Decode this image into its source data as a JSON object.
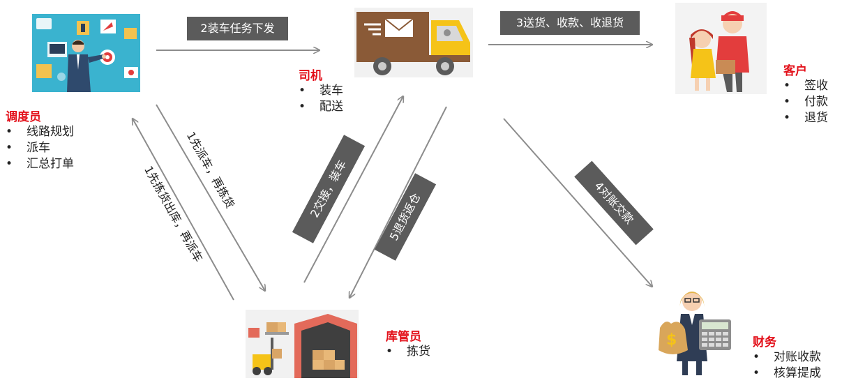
{
  "dispatcher": {
    "title": "调度员",
    "items": [
      "线路规划",
      "派车",
      "汇总打单"
    ]
  },
  "driver": {
    "title": "司机",
    "items": [
      "装车",
      "配送"
    ]
  },
  "customer": {
    "title": "客户",
    "items": [
      "签收",
      "付款",
      "退货"
    ]
  },
  "warehouse": {
    "title": "库管员",
    "items": [
      "拣货"
    ]
  },
  "finance": {
    "title": "财务",
    "items": [
      "对账收款",
      "核算提成"
    ]
  },
  "flows": {
    "dispatch_to_driver": "2装车任务下发",
    "driver_to_customer": "3送货、收款、收退货",
    "dispatch_to_warehouse": "1先派车，再拣货",
    "warehouse_to_dispatch": "1先拣货出库，再派车",
    "warehouse_to_driver": "2交接，装车",
    "driver_to_warehouse": "5退货返仓",
    "driver_to_finance": "4对账交款"
  },
  "colors": {
    "role_title": "#e3101a",
    "label_box": "#5b5b5b",
    "arrow": "#8c8c8c"
  }
}
